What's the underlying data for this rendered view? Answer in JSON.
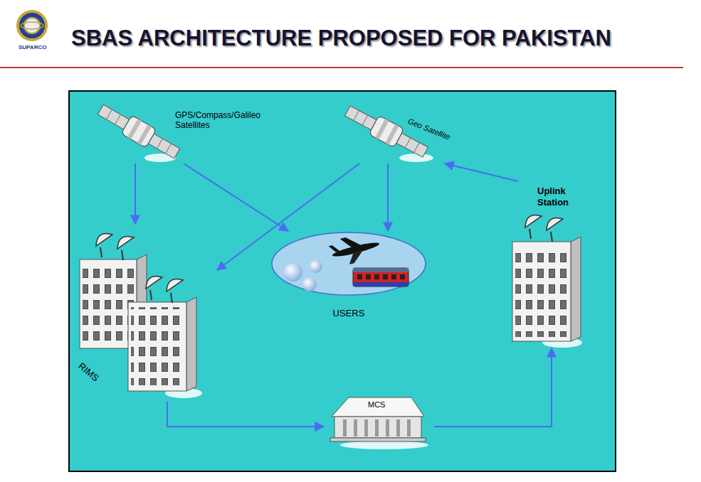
{
  "diagram": {
    "title": "SBAS ARCHITECTURE PROPOSED FOR PAKISTAN",
    "nodes": [
      {
        "text": [
          "GPS/Compass/Galileo Satellites"
        ]
      },
      {
        "text": [
          "Geo Satellite"
        ]
      },
      {
        "text": [
          "RIMS"
        ]
      },
      {
        "text": [
          "USERS"
        ]
      },
      {
        "text": [
          "Uplink Station"
        ]
      },
      {
        "text": [
          "MCS"
        ]
      }
    ],
    "edges": [
      {
        "from": 0,
        "to": 2,
        "arrow": "to"
      },
      {
        "from": 0,
        "to": 3,
        "arrow": "to"
      },
      {
        "from": 1,
        "to": 2,
        "arrow": "to"
      },
      {
        "from": 1,
        "to": 3,
        "arrow": "to"
      },
      {
        "from": 4,
        "to": 1,
        "arrow": "to"
      },
      {
        "from": 2,
        "to": 5,
        "arrow": "to"
      },
      {
        "from": 5,
        "to": 4,
        "arrow": "to"
      }
    ],
    "labels": [
      "SUPARCO"
    ]
  }
}
